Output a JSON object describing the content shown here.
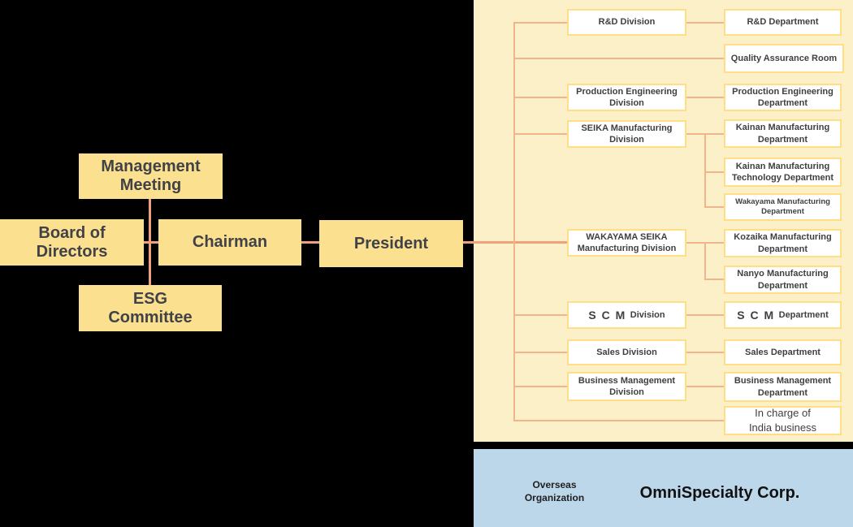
{
  "colors": {
    "background": "#000000",
    "executive_box_fill": "#FBE08F",
    "executive_text": "#404247",
    "panel_fill": "#FCF0C8",
    "node_fill": "#FFFFFF",
    "node_border": "#FFDE85",
    "node_text": "#3F3F3F",
    "connector_left": "#F0A07B",
    "connector_panel": "#F0B58C",
    "overseas_panel_fill": "#BCD6EA"
  },
  "executive": {
    "management_meeting": "Management\nMeeting",
    "board_of_directors": "Board of\nDirectors",
    "chairman": "Chairman",
    "president": "President",
    "esg_committee": "ESG\nCommittee"
  },
  "divisions": [
    {
      "label": "R&D Division"
    },
    {
      "label": "Production Engineering\nDivision"
    },
    {
      "label": "SEIKA Manufacturing\nDivision"
    },
    {
      "label": "WAKAYAMA SEIKA\nManufacturing Division"
    },
    {
      "big": "S C M",
      "small": "Division"
    },
    {
      "label": "Sales Division"
    },
    {
      "label": "Business Management\nDivision"
    }
  ],
  "departments": [
    {
      "label": "R&D Department"
    },
    {
      "label": "Quality Assurance Room"
    },
    {
      "label": "Production Engineering\nDepartment"
    },
    {
      "label": "Kainan Manufacturing\nDepartment"
    },
    {
      "label": "Kainan Manufacturing\nTechnology Department"
    },
    {
      "label": "Wakayama Manufacturing\nDepartment"
    },
    {
      "label": "Kozaika Manufacturing\nDepartment"
    },
    {
      "label": "Nanyo Manufacturing\nDepartment"
    },
    {
      "big": "S C M",
      "small": "Department"
    },
    {
      "label": "Sales Department"
    },
    {
      "label": "Business Management\nDepartment"
    },
    {
      "label": "In charge of\nIndia business"
    }
  ],
  "overseas": {
    "label": "Overseas\nOrganization",
    "company": "OmniSpecialty Corp."
  }
}
